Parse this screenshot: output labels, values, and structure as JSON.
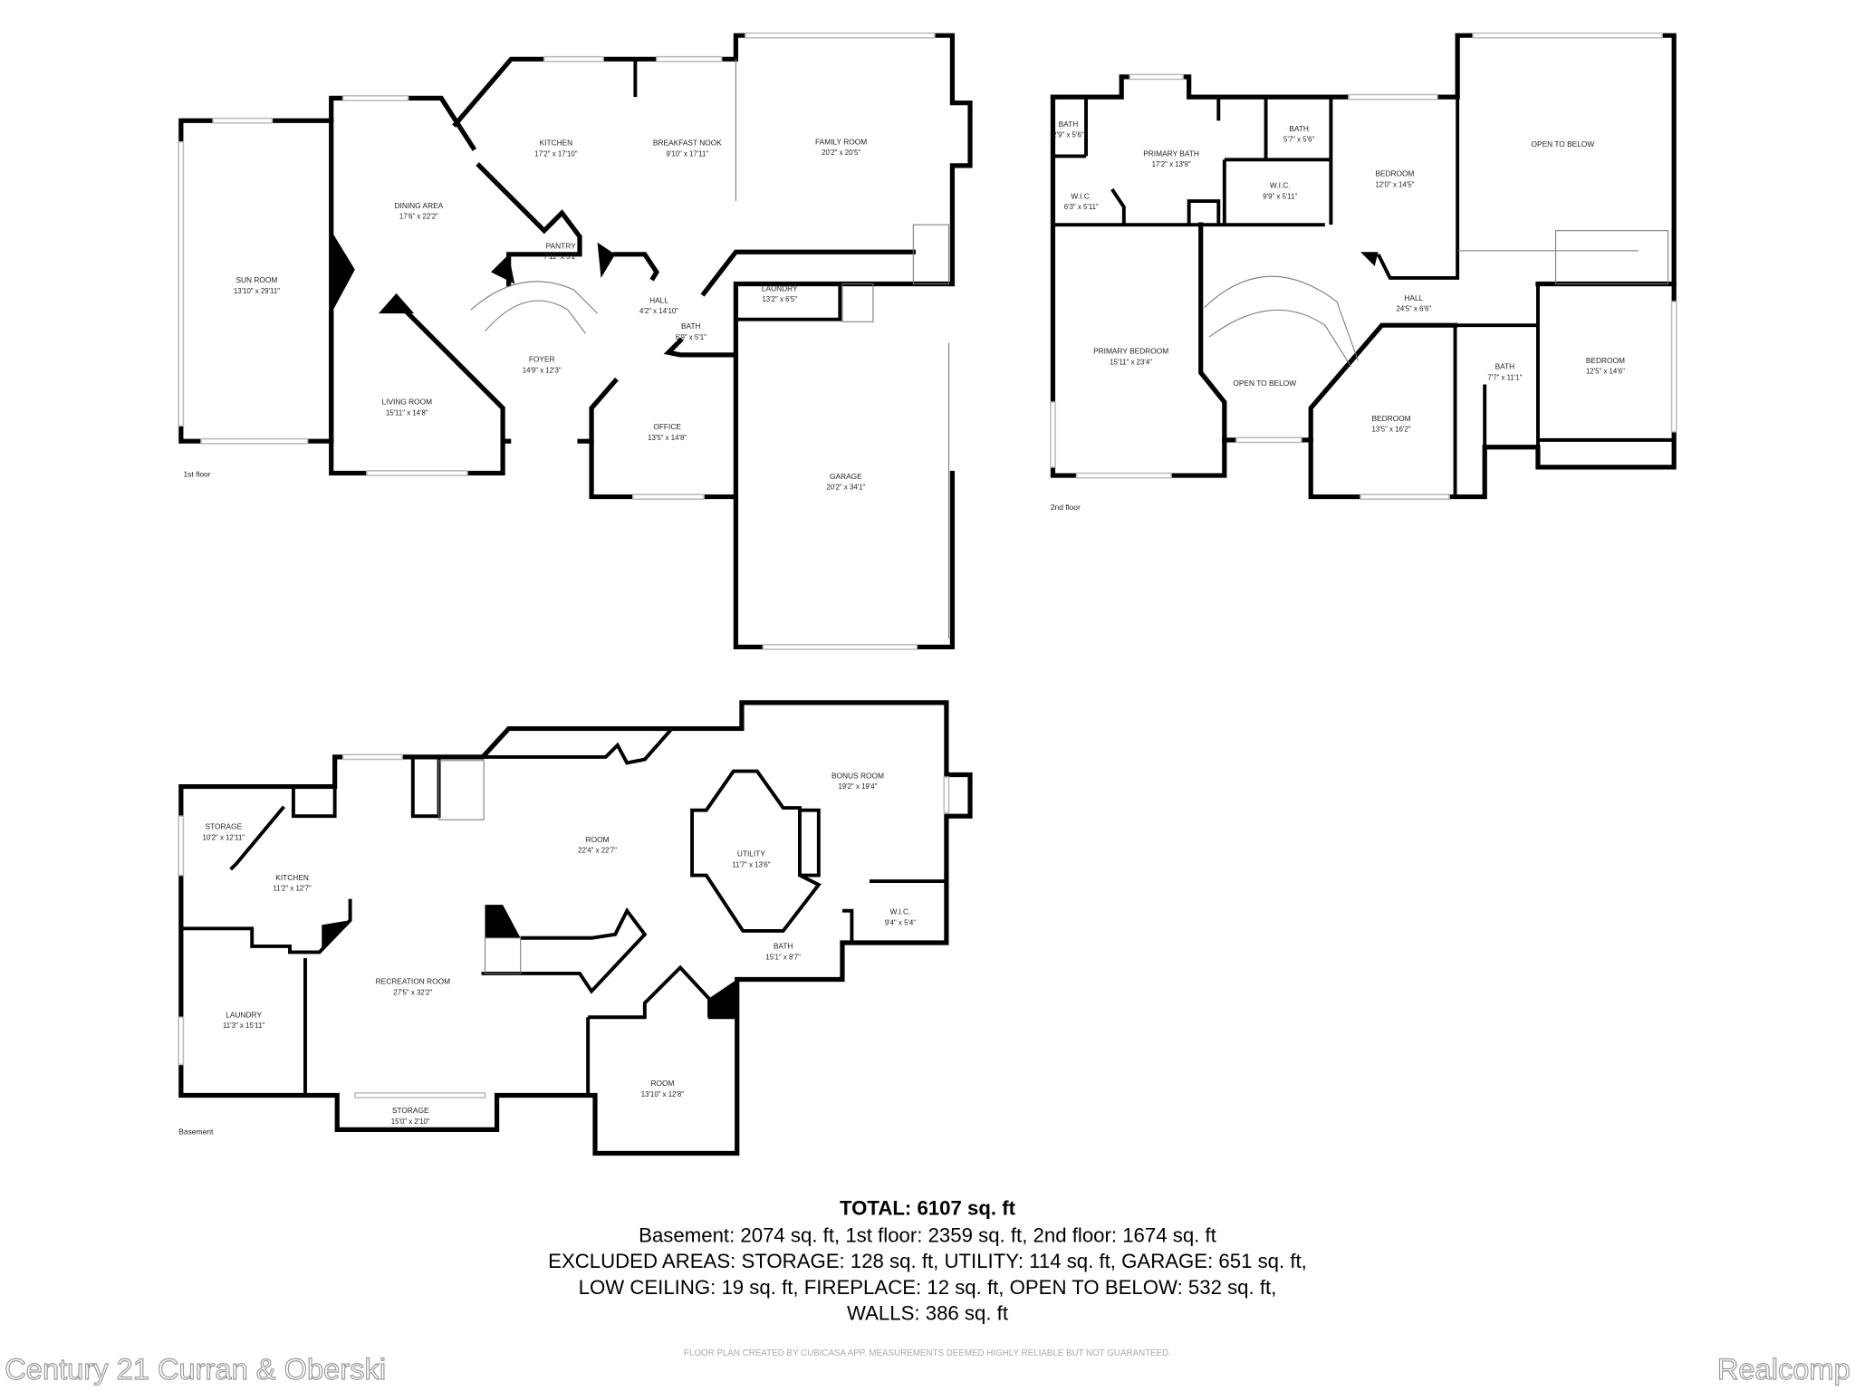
{
  "floors": [
    {
      "label": "1st floor",
      "rooms": [
        {
          "name": "SUN ROOM",
          "dims": "13'10\" x 29'11\""
        },
        {
          "name": "DINING AREA",
          "dims": "17'6\" x 22'2\""
        },
        {
          "name": "KITCHEN",
          "dims": "17'2\" x 17'10\""
        },
        {
          "name": "BREAKFAST NOOK",
          "dims": "9'10\" x 17'11\""
        },
        {
          "name": "FAMILY ROOM",
          "dims": "20'2\" x 20'5\""
        },
        {
          "name": "PANTRY",
          "dims": "7'11\" x 5'2\""
        },
        {
          "name": "HALL",
          "dims": "4'2\" x 14'10\""
        },
        {
          "name": "LAUNDRY",
          "dims": "13'2\" x 6'5\""
        },
        {
          "name": "BATH",
          "dims": "6'9\" x 5'1\""
        },
        {
          "name": "FOYER",
          "dims": "14'9\" x 12'3\""
        },
        {
          "name": "LIVING ROOM",
          "dims": "15'11\" x 14'8\""
        },
        {
          "name": "OFFICE",
          "dims": "13'5\" x 14'8\""
        },
        {
          "name": "GARAGE",
          "dims": "20'2\" x 34'1\""
        }
      ]
    },
    {
      "label": "2nd floor",
      "rooms": [
        {
          "name": "BATH",
          "dims": "2'9\" x 5'6\""
        },
        {
          "name": "PRIMARY BATH",
          "dims": "17'2\" x 13'9\""
        },
        {
          "name": "BATH",
          "dims": "5'7\" x 5'6\""
        },
        {
          "name": "W.I.C.",
          "dims": "6'3\" x 5'11\""
        },
        {
          "name": "W.I.C.",
          "dims": "9'9\" x 5'11\""
        },
        {
          "name": "BEDROOM",
          "dims": "12'0\" x 14'5\""
        },
        {
          "name": "OPEN TO BELOW",
          "dims": ""
        },
        {
          "name": "HALL",
          "dims": "24'5\" x 6'6\""
        },
        {
          "name": "PRIMARY BEDROOM",
          "dims": "15'11\" x 23'4\""
        },
        {
          "name": "OPEN TO BELOW",
          "dims": ""
        },
        {
          "name": "BATH",
          "dims": "7'7\" x 11'1\""
        },
        {
          "name": "BEDROOM",
          "dims": "12'5\" x 14'6\""
        },
        {
          "name": "BEDROOM",
          "dims": "13'5\" x 16'2\""
        }
      ]
    },
    {
      "label": "Basement",
      "rooms": [
        {
          "name": "BONUS ROOM",
          "dims": "19'2\" x 19'4\""
        },
        {
          "name": "STORAGE",
          "dims": "10'2\" x 12'11\""
        },
        {
          "name": "ROOM",
          "dims": "22'4\" x 22'7\""
        },
        {
          "name": "UTILITY",
          "dims": "11'7\" x 13'6\""
        },
        {
          "name": "KITCHEN",
          "dims": "11'2\" x 12'7\""
        },
        {
          "name": "W.I.C.",
          "dims": "9'4\" x 5'4\""
        },
        {
          "name": "BATH",
          "dims": "15'1\" x 8'7\""
        },
        {
          "name": "RECREATION ROOM",
          "dims": "27'5\" x 32'2\""
        },
        {
          "name": "LAUNDRY",
          "dims": "11'3\" x 15'11\""
        },
        {
          "name": "ROOM",
          "dims": "13'10\" x 12'8\""
        },
        {
          "name": "STORAGE",
          "dims": "15'0\" x 2'10\""
        }
      ]
    }
  ],
  "summary": {
    "total": "TOTAL: 6107 sq. ft",
    "lines": [
      "Basement: 2074 sq. ft, 1st floor: 2359 sq. ft, 2nd floor: 1674 sq. ft",
      "EXCLUDED AREAS: STORAGE: 128 sq. ft, UTILITY: 114 sq. ft, GARAGE: 651 sq. ft,",
      "LOW CEILING: 19 sq. ft, FIREPLACE: 12 sq. ft, OPEN TO BELOW: 532 sq. ft,",
      "WALLS: 386 sq. ft"
    ]
  },
  "disclaimer": "FLOOR PLAN CREATED BY CUBICASA APP. MEASUREMENTS DEEMED HIGHLY RELIABLE BUT NOT GUARANTEED.",
  "watermarks": {
    "left": "Century 21 Curran & Oberski",
    "right": "Realcomp"
  }
}
